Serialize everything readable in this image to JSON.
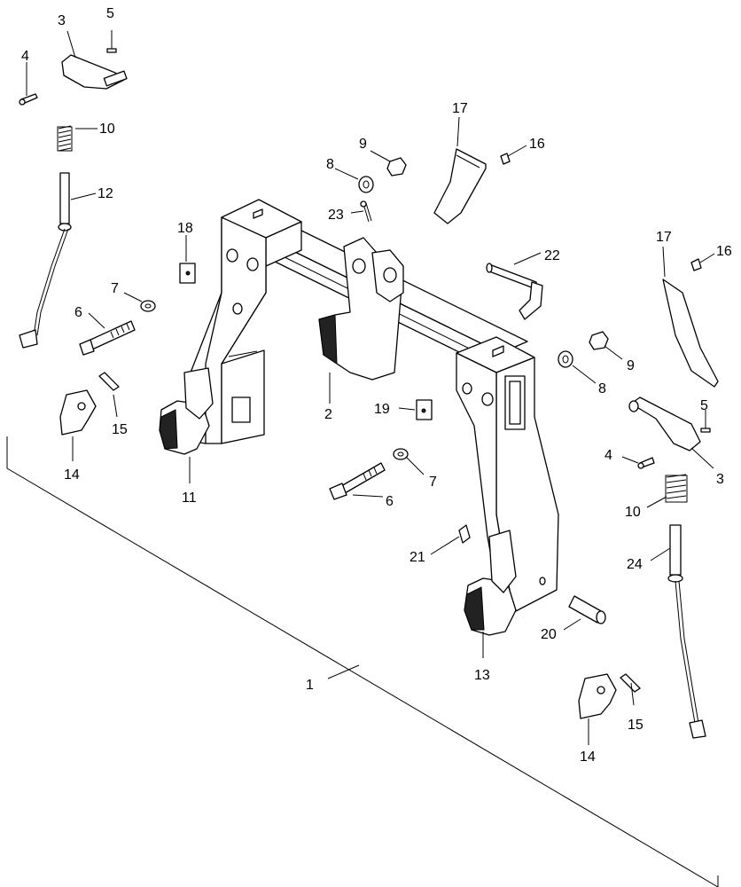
{
  "diagram": {
    "callouts": [
      {
        "id": "c1",
        "text": "1"
      },
      {
        "id": "c2",
        "text": "2"
      },
      {
        "id": "c3a",
        "text": "3"
      },
      {
        "id": "c3b",
        "text": "3"
      },
      {
        "id": "c4a",
        "text": "4"
      },
      {
        "id": "c4b",
        "text": "4"
      },
      {
        "id": "c5a",
        "text": "5"
      },
      {
        "id": "c5b",
        "text": "5"
      },
      {
        "id": "c6a",
        "text": "6"
      },
      {
        "id": "c6b",
        "text": "6"
      },
      {
        "id": "c7a",
        "text": "7"
      },
      {
        "id": "c7b",
        "text": "7"
      },
      {
        "id": "c8a",
        "text": "8"
      },
      {
        "id": "c8b",
        "text": "8"
      },
      {
        "id": "c9a",
        "text": "9"
      },
      {
        "id": "c9b",
        "text": "9"
      },
      {
        "id": "c10a",
        "text": "10"
      },
      {
        "id": "c10b",
        "text": "10"
      },
      {
        "id": "c11",
        "text": "11"
      },
      {
        "id": "c12",
        "text": "12"
      },
      {
        "id": "c13",
        "text": "13"
      },
      {
        "id": "c14a",
        "text": "14"
      },
      {
        "id": "c14b",
        "text": "14"
      },
      {
        "id": "c15a",
        "text": "15"
      },
      {
        "id": "c15b",
        "text": "15"
      },
      {
        "id": "c16a",
        "text": "16"
      },
      {
        "id": "c16b",
        "text": "16"
      },
      {
        "id": "c17a",
        "text": "17"
      },
      {
        "id": "c17b",
        "text": "17"
      },
      {
        "id": "c18",
        "text": "18"
      },
      {
        "id": "c19",
        "text": "19"
      },
      {
        "id": "c20",
        "text": "20"
      },
      {
        "id": "c21",
        "text": "21"
      },
      {
        "id": "c22",
        "text": "22"
      },
      {
        "id": "c23",
        "text": "23"
      },
      {
        "id": "c24",
        "text": "24"
      }
    ]
  }
}
